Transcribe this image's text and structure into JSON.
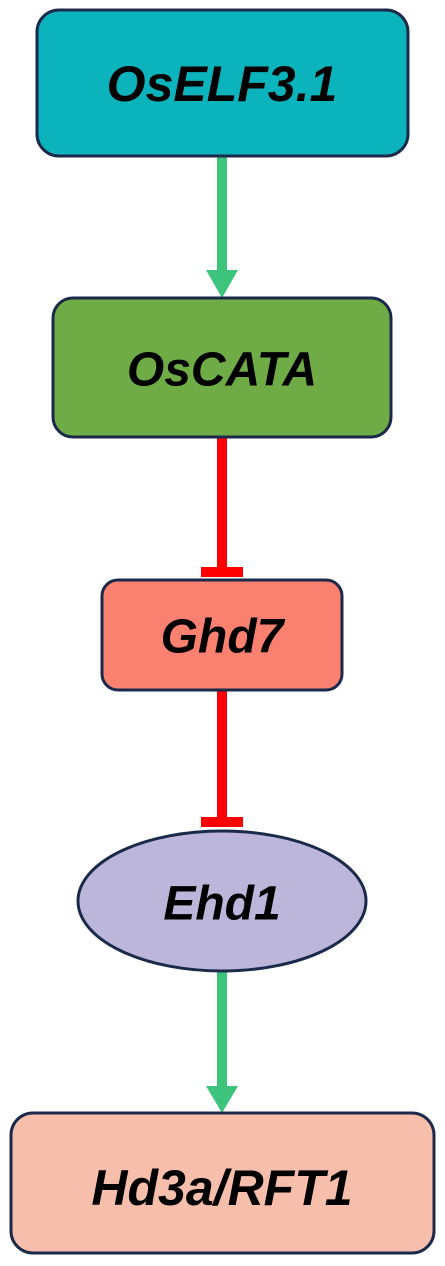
{
  "nodes": [
    {
      "id": "oself31",
      "label": "OsELF3.1",
      "shape": "rounded-rectangle",
      "fill": "#0BB4BC"
    },
    {
      "id": "oscata",
      "label": "OsCATA",
      "shape": "rounded-rectangle",
      "fill": "#6FAC46"
    },
    {
      "id": "ghd7",
      "label": "Ghd7",
      "shape": "rounded-rectangle",
      "fill": "#FA8070"
    },
    {
      "id": "ehd1",
      "label": "Ehd1",
      "shape": "ellipse",
      "fill": "#BCB7DA"
    },
    {
      "id": "hd3a_rft1",
      "label": "Hd3a/RFT1",
      "shape": "rounded-rectangle",
      "fill": "#F8BEAC"
    }
  ],
  "edges": [
    {
      "from": "oself31",
      "to": "oscata",
      "type": "activation",
      "color": "#3CC47C"
    },
    {
      "from": "oscata",
      "to": "ghd7",
      "type": "inhibition",
      "color": "#FF0000"
    },
    {
      "from": "ghd7",
      "to": "ehd1",
      "type": "inhibition",
      "color": "#FF0000"
    },
    {
      "from": "ehd1",
      "to": "hd3a_rft1",
      "type": "activation",
      "color": "#3CC47C"
    }
  ],
  "stroke_color": "#1B2A4A"
}
